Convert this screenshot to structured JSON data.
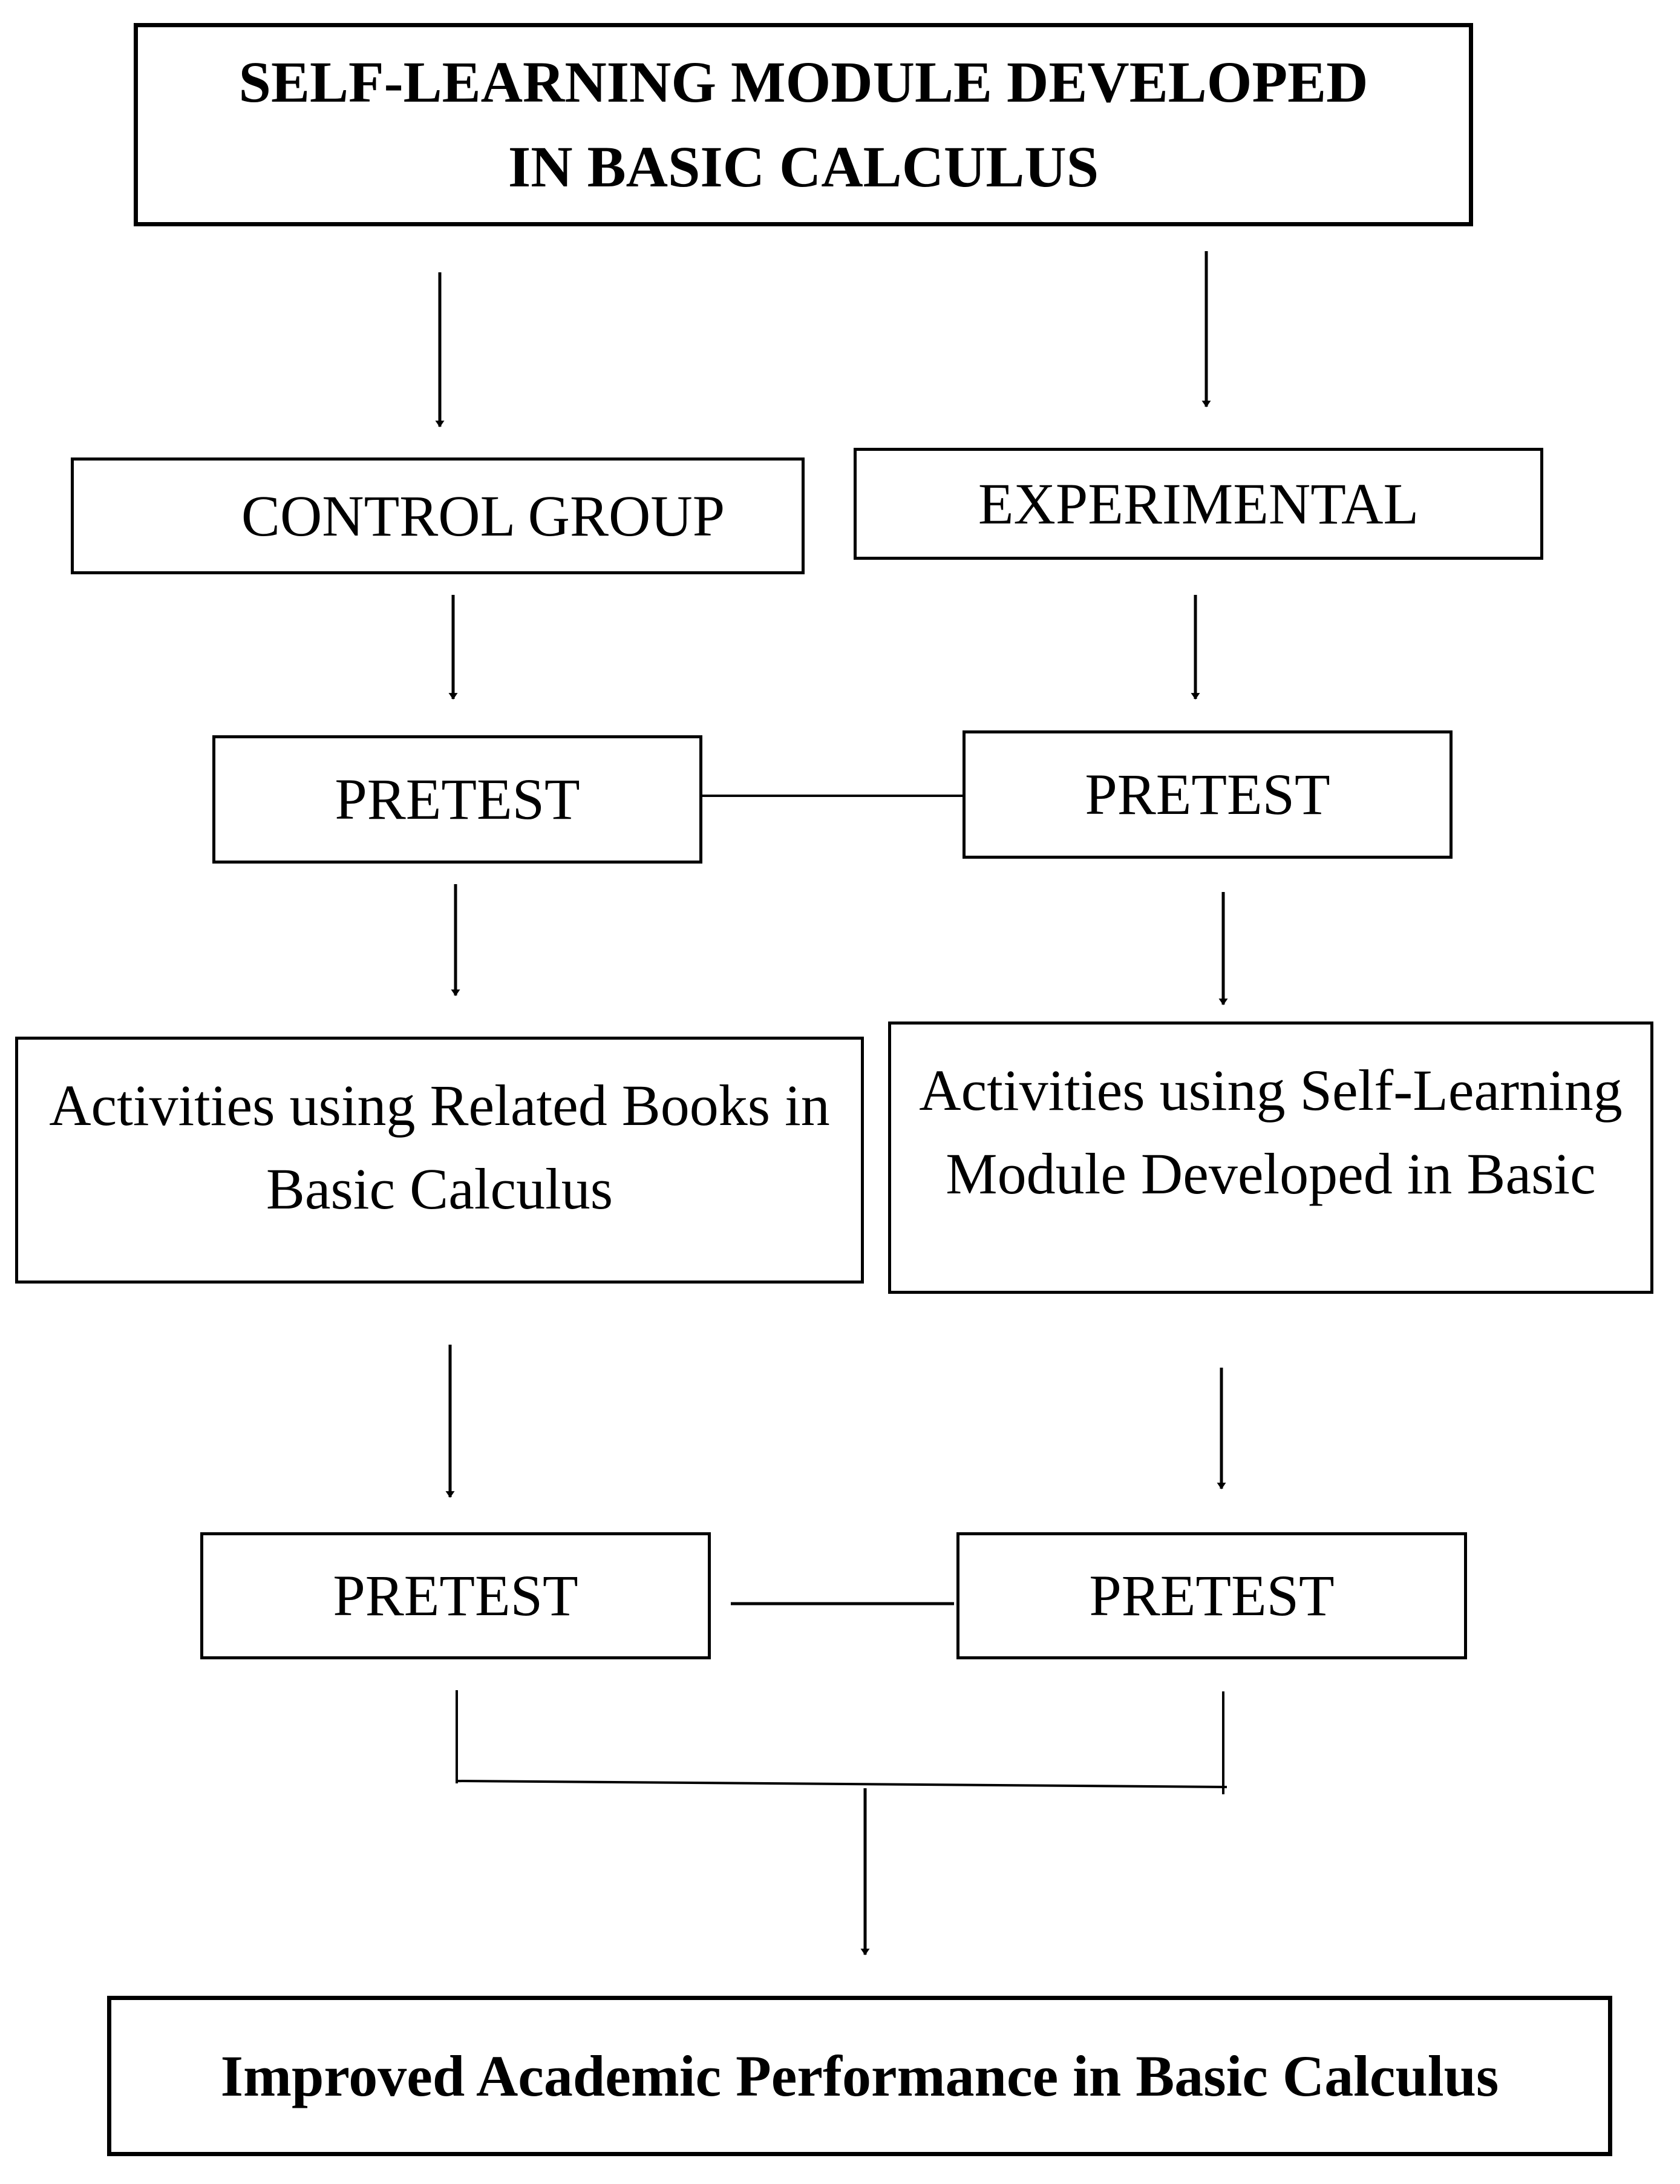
{
  "diagram": {
    "top": {
      "text": "SELF-LEARNING MODULE DEVELOPED IN BASIC CALCULUS"
    },
    "control": {
      "group": "CONTROL GROUP",
      "pretest": "PRETEST",
      "activity": "Activities using Related Books in Basic Calculus",
      "posttest": "PRETEST"
    },
    "experimental": {
      "group": "EXPERIMENTAL",
      "pretest": "PRETEST",
      "activity": "Activities using Self-Learning Module Developed in Basic",
      "posttest": "PRETEST"
    },
    "result": {
      "text": "Improved Academic Performance in Basic Calculus"
    },
    "colors": {
      "stroke": "#000000",
      "background": "#ffffff"
    }
  }
}
